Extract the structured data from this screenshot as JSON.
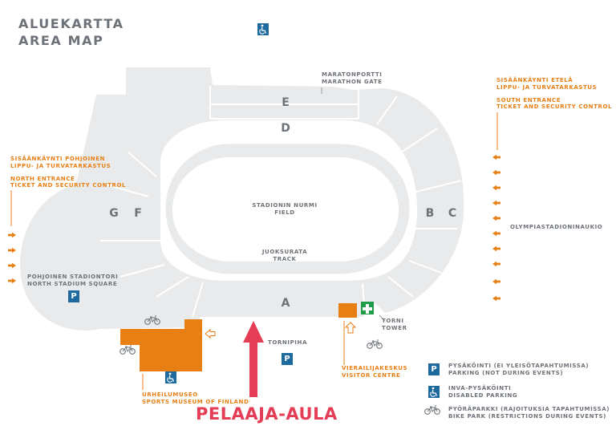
{
  "title": {
    "line1": "ALUEKARTTA",
    "line2": "AREA MAP"
  },
  "sections": {
    "a": "A",
    "b": "B",
    "c": "C",
    "d": "D",
    "e": "E",
    "f": "F",
    "g": "G"
  },
  "field": {
    "fi": "STADIONIN NURMI",
    "en": "FIELD"
  },
  "track": {
    "fi": "JUOKSURATA",
    "en": "TRACK"
  },
  "marathon_gate": {
    "fi": "MARATONPORTTI",
    "en": "MARATHON GATE"
  },
  "south_entrance": {
    "fi1": "SISÄÄNKÄYNTI ETELÄ",
    "fi2": "LIPPU- JA TURVATARKASTUS",
    "en1": "SOUTH ENTRANCE",
    "en2": "TICKET AND SECURITY CONTROL"
  },
  "north_entrance": {
    "fi1": "SISÄÄNKÄYNTI POHJOINEN",
    "fi2": "LIPPU- JA TURVATARKASTUS",
    "en1": "NORTH ENTRANCE",
    "en2": "TICKET AND SECURITY CONTROL"
  },
  "olympic_square": "OLYMPIASTADIONINAUKIO",
  "north_square": {
    "fi": "POHJOINEN STADIONTORI",
    "en": "NORTH STADIUM SQUARE"
  },
  "tower": {
    "fi": "TORNI",
    "en": "TOWER"
  },
  "tower_yard": "TORNIPIHA",
  "visitor_centre": {
    "fi": "VIERAILIJAKESKUS",
    "en": "VISITOR CENTRE"
  },
  "sports_museum": {
    "fi": "URHEILUMUSEO",
    "en": "SPORTS MUSEUM OF FINLAND"
  },
  "player_lobby": "PELAAJA-AULA",
  "legend": {
    "parking": {
      "symbol": "P",
      "fi": "PYSÄKÖINTI (EI YLEISÖTAPAHTUMISSA)",
      "en": "PARKING (NOT DURING EVENTS)"
    },
    "disabled_parking": {
      "fi": "INVA-PYSÄKÖINTI",
      "en": "DISABLED PARKING"
    },
    "bike_park": {
      "fi": "PYÖRÄPARKKI (RAJOITUKSIA TAPAHTUMISSA)",
      "en": "BIKE PARK (RESTRICTIONS DURING EVENTS)"
    }
  },
  "parking_symbol": "P",
  "colors": {
    "stand": "#e9eaeb",
    "border": "#ffffff",
    "text": "#6d7279",
    "orange": "#e87f14",
    "blue": "#1d6a9e",
    "green": "#1f9b4a",
    "red": "#e43d55"
  }
}
